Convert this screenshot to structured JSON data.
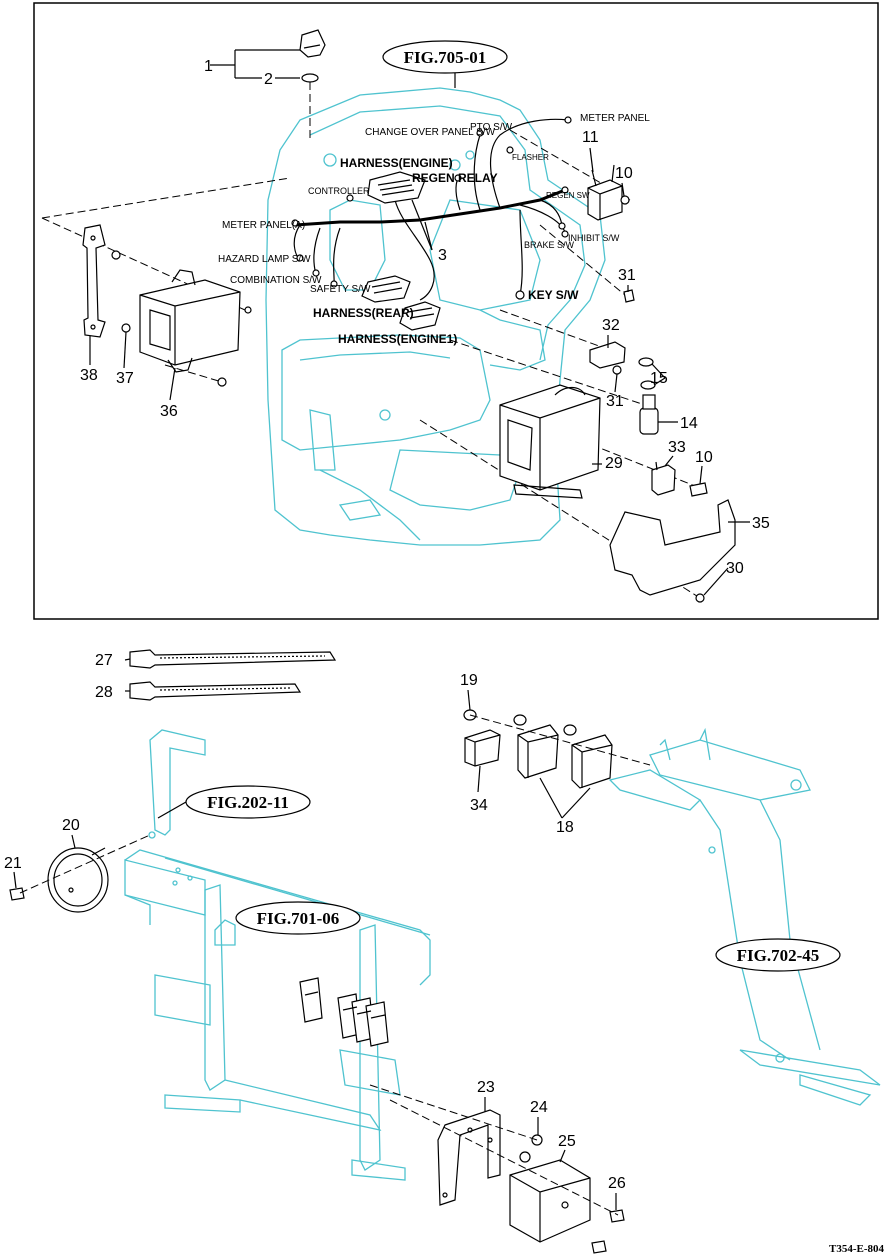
{
  "figure_refs": {
    "main": "FIG.705-01",
    "frame": "FIG.202-11",
    "bracket": "FIG.701-06",
    "pedal": "FIG.702-45"
  },
  "drawing_code": "T354-E-804",
  "harness_labels": {
    "meter_panel": "METER PANEL",
    "change_over": "CHANGE OVER PANEL S/W",
    "pto": "PTO S/W",
    "flasher": "FLASHER",
    "harness_engine": "HARNESS(ENGINE)",
    "regen_relay": "REGEN RELAY",
    "regen_sw": "REGEN SW",
    "controller": "CONTROLLER",
    "meter_panel_a": "METER PANEL(A)",
    "inhibit": "INHIBIT S/W",
    "brake": "BRAKE S/W",
    "hazard": "HAZARD LAMP S/W",
    "combination": "COMBINATION  S/W",
    "safety": "SAFETY S/W",
    "key": "KEY S/W",
    "harness_rear": "HARNESS(REAR)",
    "harness_engine1": "HARNESS(ENGINE1)"
  },
  "callouts": {
    "c1": "1",
    "c2": "2",
    "c3": "3",
    "c10a": "10",
    "c10b": "10",
    "c11": "11",
    "c14": "14",
    "c15": "15",
    "c18": "18",
    "c19": "19",
    "c20": "20",
    "c21": "21",
    "c23": "23",
    "c24": "24",
    "c25": "25",
    "c26": "26",
    "c27": "27",
    "c28": "28",
    "c29": "29",
    "c30": "30",
    "c31a": "31",
    "c31b": "31",
    "c32": "32",
    "c33": "33",
    "c34": "34",
    "c35": "35",
    "c36": "36",
    "c37": "37",
    "c38": "38"
  }
}
